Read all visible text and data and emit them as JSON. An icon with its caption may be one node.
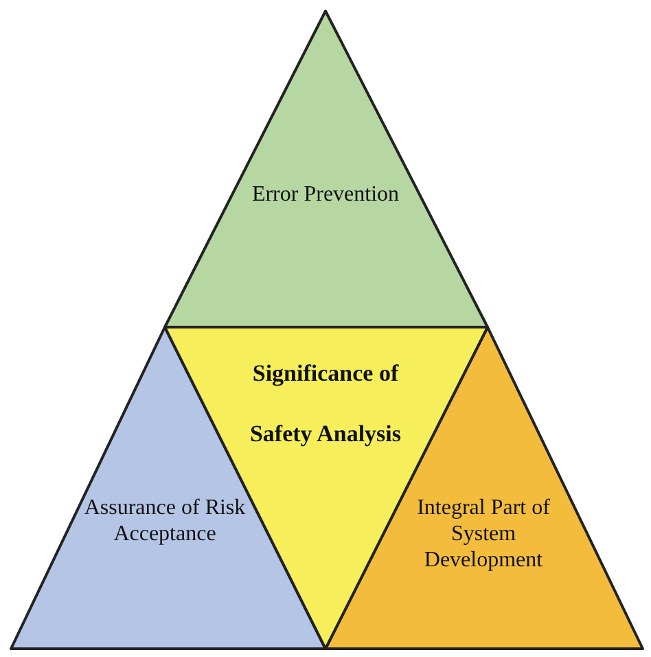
{
  "diagram": {
    "nodes": [
      {
        "text": [
          "Error Prevention"
        ]
      },
      {
        "text": [
          "Significance of",
          "Safety Analysis"
        ]
      },
      {
        "text": [
          "Assurance of Risk Acceptance"
        ]
      },
      {
        "text": [
          "Integral Part of System Development"
        ]
      }
    ]
  }
}
